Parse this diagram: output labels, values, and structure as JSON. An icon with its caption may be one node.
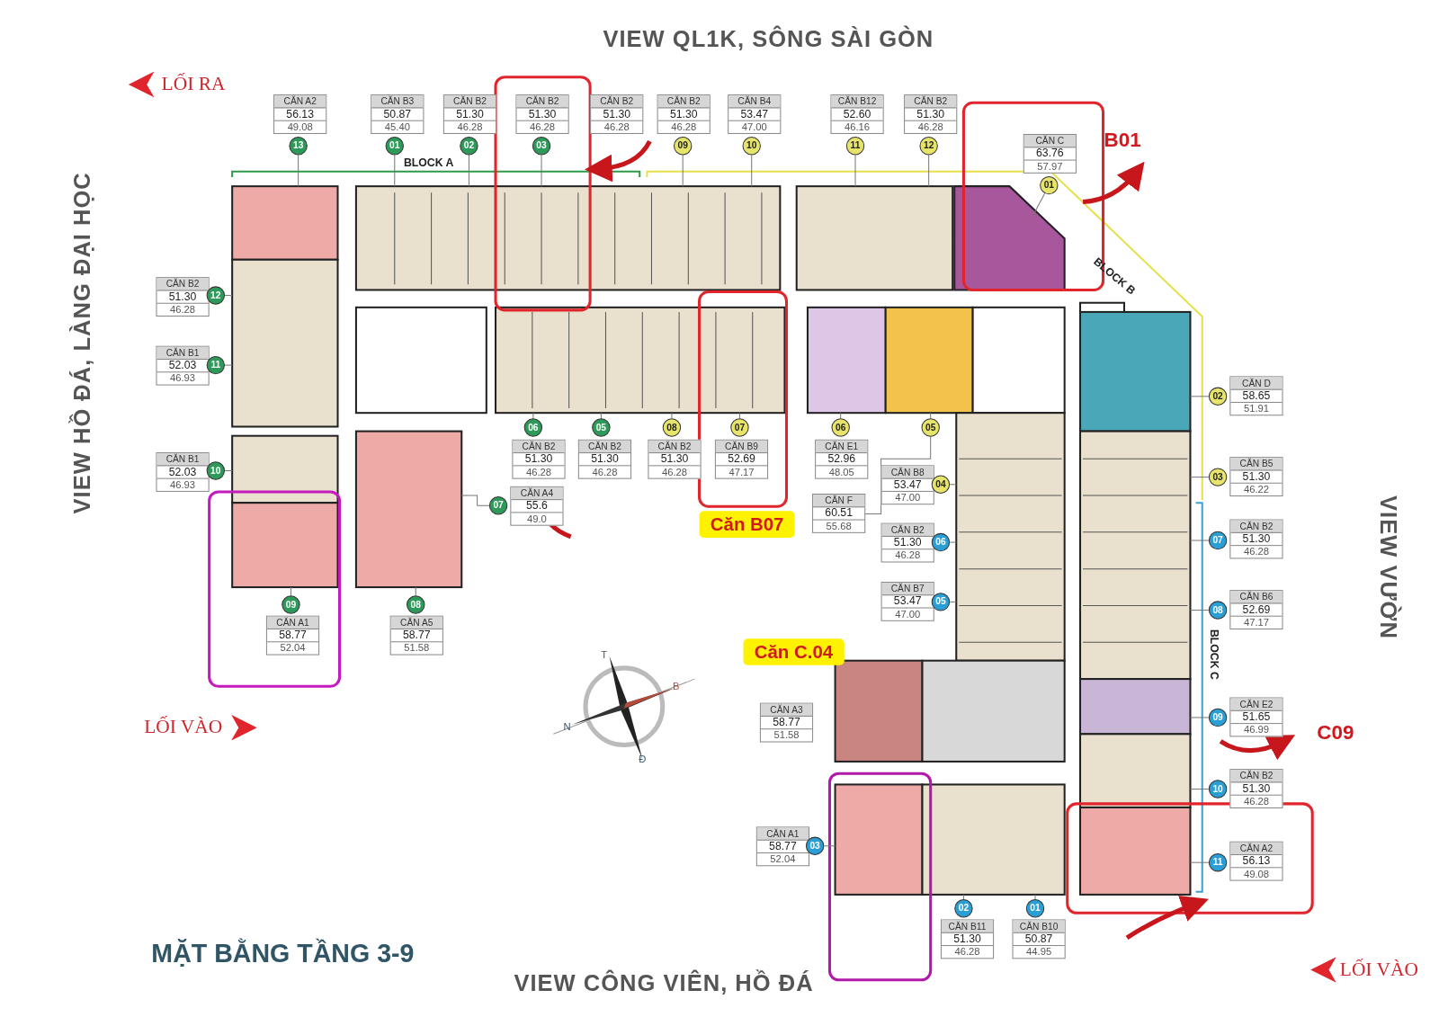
{
  "diagram": {
    "title": "MẶT BẰNG TẦNG 3-9",
    "nodes": [
      {
        "text": [
          "CĂN A2",
          "56.13",
          "49.08"
        ]
      },
      {
        "text": [
          "13"
        ]
      },
      {
        "text": [
          "CĂN B3",
          "50.87",
          "45.40"
        ]
      },
      {
        "text": [
          "01"
        ]
      },
      {
        "text": [
          "CĂN B2",
          "51.30",
          "46.28"
        ]
      },
      {
        "text": [
          "02"
        ]
      },
      {
        "text": [
          "CĂN B2",
          "51.30",
          "46.28"
        ]
      },
      {
        "text": [
          "03"
        ]
      },
      {
        "text": [
          "CĂN B2",
          "51.30",
          "46.28"
        ]
      },
      {
        "text": [
          "CĂN B2",
          "51.30",
          "46.28"
        ]
      },
      {
        "text": [
          "09"
        ]
      },
      {
        "text": [
          "CĂN B4",
          "53.47",
          "47.00"
        ]
      },
      {
        "text": [
          "10"
        ]
      },
      {
        "text": [
          "CĂN B12",
          "52.60",
          "46.16"
        ]
      },
      {
        "text": [
          "11"
        ]
      },
      {
        "text": [
          "CĂN B2",
          "51.30",
          "46.28"
        ]
      },
      {
        "text": [
          "12"
        ]
      },
      {
        "text": [
          "CĂN C",
          "63.76",
          "57.97"
        ]
      },
      {
        "text": [
          "01"
        ]
      },
      {
        "text": [
          "CĂN B2",
          "51.30",
          "46.28"
        ]
      },
      {
        "text": [
          "12"
        ]
      },
      {
        "text": [
          "CĂN B1",
          "52.03",
          "46.93"
        ]
      },
      {
        "text": [
          "11"
        ]
      },
      {
        "text": [
          "CĂN B1",
          "52.03",
          "46.93"
        ]
      },
      {
        "text": [
          "10"
        ]
      },
      {
        "text": [
          "09"
        ]
      },
      {
        "text": [
          "CĂN A1",
          "58.77",
          "52.04"
        ]
      },
      {
        "text": [
          "08"
        ]
      },
      {
        "text": [
          "CĂN A5",
          "58.77",
          "51.58"
        ]
      },
      {
        "text": [
          "07"
        ]
      },
      {
        "text": [
          "CĂN A4",
          "55.6",
          "49.0"
        ]
      },
      {
        "text": [
          "06"
        ]
      },
      {
        "text": [
          "CĂN B2",
          "51.30",
          "46.28"
        ]
      },
      {
        "text": [
          "05"
        ]
      },
      {
        "text": [
          "CĂN B2",
          "51.30",
          "46.28"
        ]
      },
      {
        "text": [
          "08"
        ]
      },
      {
        "text": [
          "CĂN B2",
          "51.30",
          "46.28"
        ]
      },
      {
        "text": [
          "07"
        ]
      },
      {
        "text": [
          "CĂN B9",
          "52.69",
          "47.17"
        ]
      },
      {
        "text": [
          "06"
        ]
      },
      {
        "text": [
          "CĂN E1",
          "52.96",
          "48.05"
        ]
      },
      {
        "text": [
          "05"
        ]
      },
      {
        "text": [
          "CĂN F",
          "60.51",
          "55.68"
        ]
      },
      {
        "text": [
          "CĂN B8",
          "53.47",
          "47.00"
        ]
      },
      {
        "text": [
          "04"
        ]
      },
      {
        "text": [
          "CĂN B2",
          "51.30",
          "46.28"
        ]
      },
      {
        "text": [
          "06"
        ]
      },
      {
        "text": [
          "CĂN B7",
          "53.47",
          "47.00"
        ]
      },
      {
        "text": [
          "05"
        ]
      },
      {
        "text": [
          "02"
        ]
      },
      {
        "text": [
          "CĂN D",
          "58.65",
          "51.91"
        ]
      },
      {
        "text": [
          "03"
        ]
      },
      {
        "text": [
          "CĂN B5",
          "51.30",
          "46.22"
        ]
      },
      {
        "text": [
          "07"
        ]
      },
      {
        "text": [
          "CĂN B2",
          "51.30",
          "46.28"
        ]
      },
      {
        "text": [
          "08"
        ]
      },
      {
        "text": [
          "CĂN B6",
          "52.69",
          "47.17"
        ]
      },
      {
        "text": [
          "09"
        ]
      },
      {
        "text": [
          "CĂN E2",
          "51.65",
          "46.99"
        ]
      },
      {
        "text": [
          "10"
        ]
      },
      {
        "text": [
          "CĂN B2",
          "51.30",
          "46.28"
        ]
      },
      {
        "text": [
          "11"
        ]
      },
      {
        "text": [
          "CĂN A2",
          "56.13",
          "49.08"
        ]
      },
      {
        "text": [
          "CĂN A3",
          "58.77",
          "51.58"
        ]
      },
      {
        "text": [
          "CĂN A1",
          "58.77",
          "52.04"
        ]
      },
      {
        "text": [
          "03"
        ]
      },
      {
        "text": [
          "02"
        ]
      },
      {
        "text": [
          "CĂN B11",
          "51.30",
          "46.28"
        ]
      },
      {
        "text": [
          "01"
        ]
      },
      {
        "text": [
          "CĂN B10",
          "50.87",
          "44.95"
        ]
      },
      {
        "text": [
          "Căn B07"
        ]
      },
      {
        "text": [
          "Căn C.04"
        ]
      }
    ],
    "edges": [
      {
        "from": 1,
        "to": null,
        "arrow": "none"
      },
      {
        "from": 3,
        "to": null,
        "arrow": "none"
      },
      {
        "from": 5,
        "to": null,
        "arrow": "none"
      },
      {
        "from": 7,
        "to": null,
        "arrow": "none"
      },
      {
        "from": 10,
        "to": null,
        "arrow": "none"
      },
      {
        "from": 12,
        "to": null,
        "arrow": "none"
      },
      {
        "from": 14,
        "to": null,
        "arrow": "none"
      },
      {
        "from": 16,
        "to": null,
        "arrow": "none"
      },
      {
        "from": 18,
        "to": null,
        "arrow": "none"
      },
      {
        "from": 20,
        "to": null,
        "arrow": "none"
      },
      {
        "from": 22,
        "to": null,
        "arrow": "none"
      },
      {
        "from": 24,
        "to": null,
        "arrow": "none"
      },
      {
        "from": 25,
        "to": null,
        "arrow": "none"
      },
      {
        "from": 27,
        "to": null,
        "arrow": "none"
      },
      {
        "from": 29,
        "to": null,
        "arrow": "none"
      },
      {
        "from": 31,
        "to": null,
        "arrow": "none"
      },
      {
        "from": 33,
        "to": null,
        "arrow": "none"
      },
      {
        "from": 35,
        "to": null,
        "arrow": "none"
      },
      {
        "from": 37,
        "to": null,
        "arrow": "none"
      },
      {
        "from": 39,
        "to": null,
        "arrow": "none"
      },
      {
        "from": 41,
        "to": null,
        "arrow": "none"
      },
      {
        "from": 41,
        "to": 42,
        "arrow": "none"
      },
      {
        "from": 44,
        "to": null,
        "arrow": "none"
      },
      {
        "from": 46,
        "to": null,
        "arrow": "none"
      },
      {
        "from": 48,
        "to": null,
        "arrow": "none"
      },
      {
        "from": 49,
        "to": null,
        "arrow": "none"
      },
      {
        "from": 51,
        "to": null,
        "arrow": "none"
      },
      {
        "from": 53,
        "to": null,
        "arrow": "none"
      },
      {
        "from": 55,
        "to": null,
        "arrow": "none"
      },
      {
        "from": 57,
        "to": null,
        "arrow": "none"
      },
      {
        "from": 59,
        "to": null,
        "arrow": "none"
      },
      {
        "from": 61,
        "to": null,
        "arrow": "none"
      },
      {
        "from": 65,
        "to": null,
        "arrow": "none"
      },
      {
        "from": 66,
        "to": null,
        "arrow": "none"
      },
      {
        "from": 68,
        "to": null,
        "arrow": "none"
      }
    ],
    "labels": [
      "VIEW QL1K, SÔNG SÀI GÒN",
      "LỐI RA",
      "BLOCK A",
      "B01",
      "BLOCK B",
      "VIEW HỒ ĐÁ, LÀNG ĐẠI HỌC",
      "VIEW VƯỜN",
      "BLOCK C",
      "T",
      "B",
      "N",
      "Đ",
      "LỐI VÀO",
      "C09",
      "LỐI VÀO",
      "VIEW CÔNG VIÊN, HỒ ĐÁ"
    ]
  }
}
